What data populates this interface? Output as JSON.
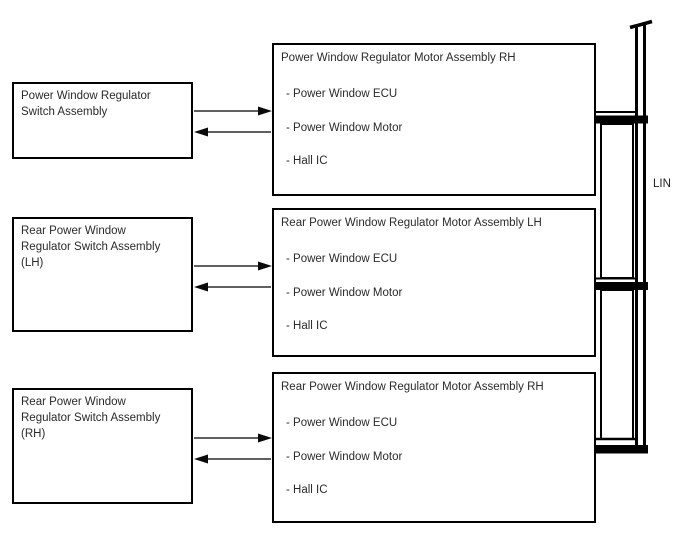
{
  "diagram": {
    "background_color": "#ffffff",
    "line_color": "#000000",
    "text_color": "#2a2a2a",
    "bus_label": "LIN",
    "switch_boxes": [
      {
        "lines": [
          "Power Window Regulator",
          "Switch Assembly"
        ]
      },
      {
        "lines": [
          "Rear Power Window",
          "Regulator Switch Assembly",
          "(LH)"
        ]
      },
      {
        "lines": [
          "Rear Power Window",
          "Regulator Switch Assembly",
          "(RH)"
        ]
      }
    ],
    "motor_boxes": [
      {
        "title": "Power Window Regulator Motor Assembly RH",
        "components": [
          "- Power Window ECU",
          "- Power Window Motor",
          "- Hall IC"
        ]
      },
      {
        "title": "Rear Power Window Regulator Motor Assembly LH",
        "components": [
          "- Power Window ECU",
          "- Power Window Motor",
          "- Hall IC"
        ]
      },
      {
        "title": "Rear Power Window Regulator Motor Assembly RH",
        "components": [
          "- Power Window ECU",
          "- Power Window Motor",
          "- Hall IC"
        ]
      }
    ]
  }
}
